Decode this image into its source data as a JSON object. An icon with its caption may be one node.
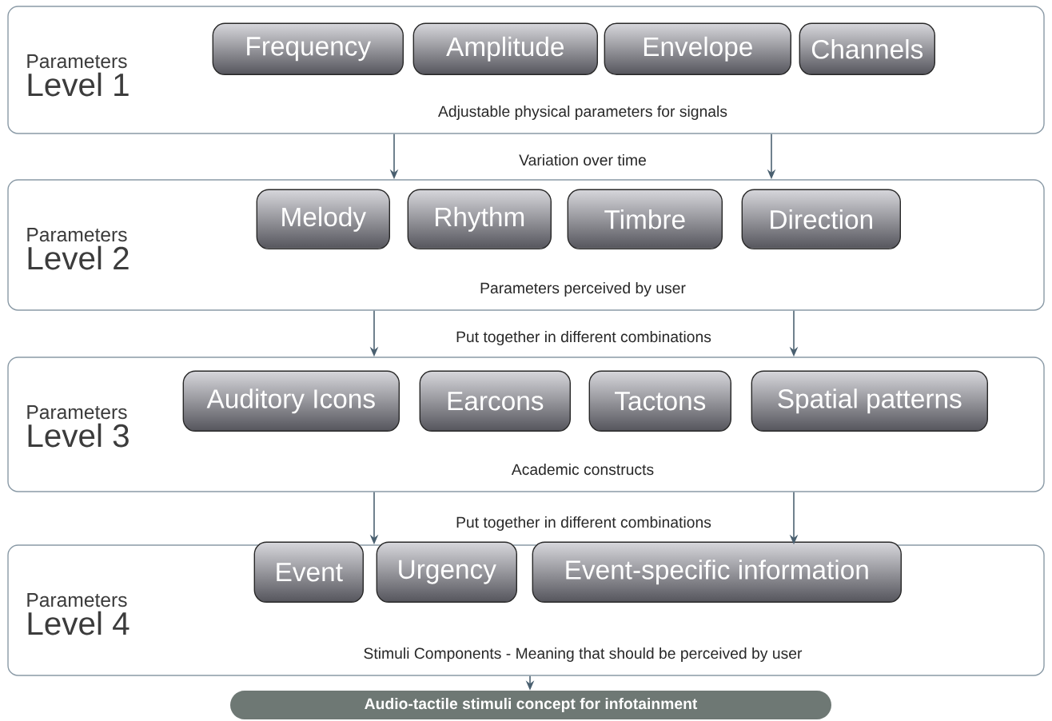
{
  "diagram": {
    "nodes": [
      {
        "text": [
          "Parameters",
          "Level 1",
          "Adjustable physical parameters for signals"
        ]
      },
      {
        "text": [
          "Frequency"
        ],
        "in": 0
      },
      {
        "text": [
          "Amplitude"
        ],
        "in": 0
      },
      {
        "text": [
          "Envelope"
        ],
        "in": 0
      },
      {
        "text": [
          "Channels"
        ],
        "in": 0
      },
      {
        "text": [
          "Parameters",
          "Level 2",
          "Parameters perceived by user"
        ]
      },
      {
        "text": [
          "Melody"
        ],
        "in": 5
      },
      {
        "text": [
          "Rhythm"
        ],
        "in": 5
      },
      {
        "text": [
          "Timbre"
        ],
        "in": 5
      },
      {
        "text": [
          "Direction"
        ],
        "in": 5
      },
      {
        "text": [
          "Parameters",
          "Level 3",
          "Academic constructs"
        ]
      },
      {
        "text": [
          "Auditory Icons"
        ],
        "in": 10
      },
      {
        "text": [
          "Earcons"
        ],
        "in": 10
      },
      {
        "text": [
          "Tactons"
        ],
        "in": 10
      },
      {
        "text": [
          "Spatial patterns"
        ],
        "in": 10
      },
      {
        "text": [
          "Parameters",
          "Level 4",
          "Stimuli Components - Meaning that should be perceived by user"
        ]
      },
      {
        "text": [
          "Event"
        ],
        "in": 15
      },
      {
        "text": [
          "Urgency"
        ],
        "in": 15
      },
      {
        "text": [
          "Event-specific information"
        ],
        "in": 15
      },
      {
        "text": [
          "Audio-tactile stimuli concept for infotainment"
        ]
      }
    ],
    "edges": [
      {
        "from": 0,
        "to": 5,
        "arrow": "to"
      },
      {
        "from": 0,
        "to": 5,
        "arrow": "to"
      },
      {
        "from": 5,
        "to": 10,
        "arrow": "to"
      },
      {
        "from": 5,
        "to": 10,
        "arrow": "to"
      },
      {
        "from": 10,
        "to": 15,
        "arrow": "to"
      },
      {
        "from": 10,
        "to": 15,
        "arrow": "to"
      },
      {
        "from": 15,
        "to": 19,
        "arrow": "to"
      }
    ],
    "labels": [
      "Variation over time",
      "Put together in different combinations",
      "Put together in different combinations"
    ]
  }
}
